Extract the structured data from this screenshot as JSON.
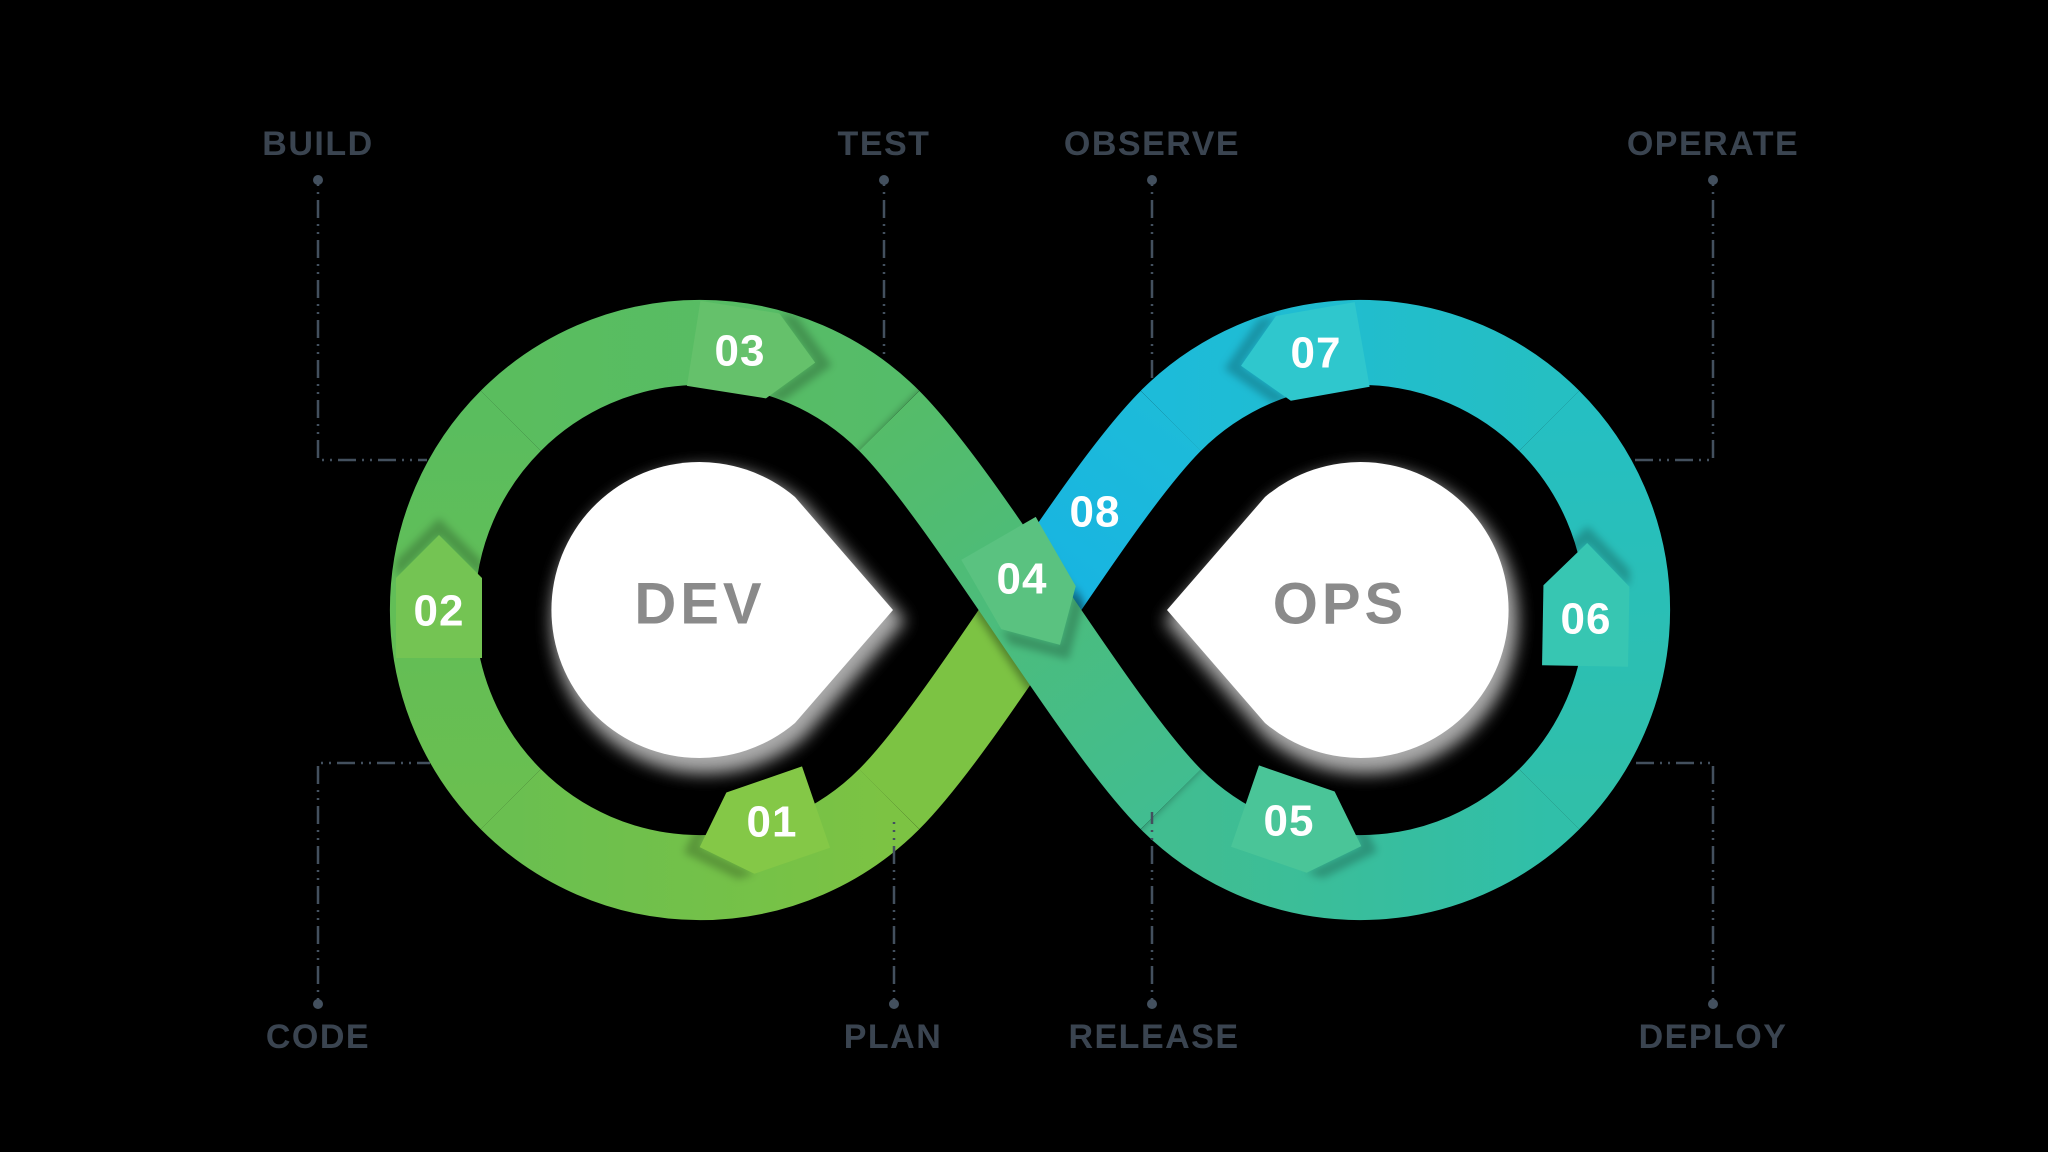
{
  "background": "#000000",
  "colors": {
    "label_text": "#3a4450",
    "connector": "#43505e",
    "loop_word_text": "#8a8a8a",
    "number_text": "#ffffff",
    "teardrop_fill": "#ffffff",
    "teardrop_shadow": "#bdbdbd",
    "ring_stops": {
      "s01": "#7cc343",
      "s01b": "#6abf50",
      "s02a": "#6abf50",
      "s02b": "#5abd5e",
      "s03a": "#5abd5e",
      "s03b": "#55bc69",
      "s04a": "#55bc69",
      "s04b": "#41bd90",
      "s05a": "#41bd90",
      "s05b": "#30bfa9",
      "s06a": "#30bfa9",
      "s06b": "#25bfc2",
      "s07a": "#25bfc2",
      "s07b": "#1dbbd9",
      "s08a": "#1dbbd9",
      "s08b": "#17b3e3"
    },
    "badge_colors": {
      "b01": "#84c847",
      "b02": "#74c453",
      "b03": "#65c16b",
      "b04": "#5ac280",
      "b05": "#4ac598",
      "b06": "#37c6b2",
      "b07": "#2fc7cd"
    }
  },
  "loop_words": {
    "left": "DEV",
    "right": "OPS"
  },
  "top_labels": [
    {
      "text": "BUILD"
    },
    {
      "text": "TEST"
    },
    {
      "text": "OBSERVE"
    },
    {
      "text": "OPERATE"
    }
  ],
  "bottom_labels": [
    {
      "text": "CODE"
    },
    {
      "text": "PLAN"
    },
    {
      "text": "RELEASE"
    },
    {
      "text": "DEPLOY"
    }
  ],
  "steps": [
    {
      "number": "01"
    },
    {
      "number": "02"
    },
    {
      "number": "03"
    },
    {
      "number": "04"
    },
    {
      "number": "05"
    },
    {
      "number": "06"
    },
    {
      "number": "07"
    },
    {
      "number": "08"
    }
  ]
}
